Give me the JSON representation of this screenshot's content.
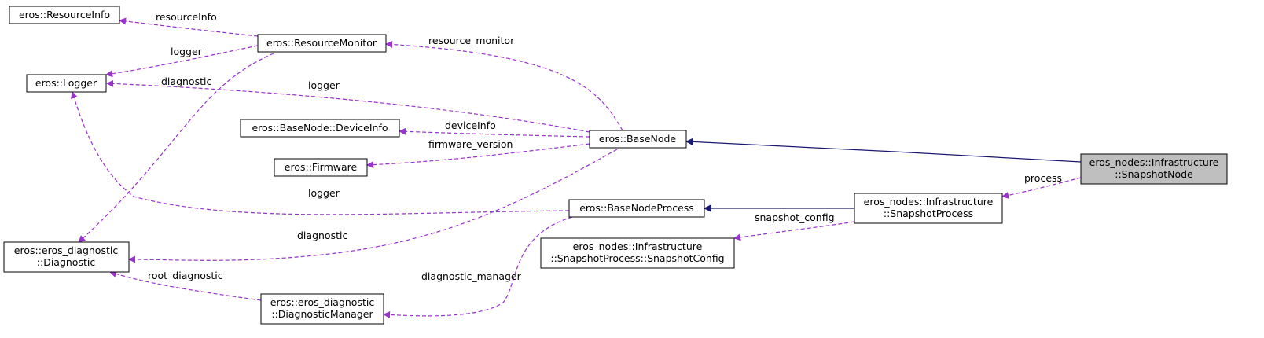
{
  "diagram": {
    "colors": {
      "inherit_edge": "#191970",
      "member_edge": "#9a32cd",
      "highlight_fill": "#bfbfbf"
    },
    "nodes": {
      "resource_info": {
        "lines": [
          "eros::ResourceInfo"
        ]
      },
      "resource_monitor": {
        "lines": [
          "eros::ResourceMonitor"
        ]
      },
      "logger": {
        "lines": [
          "eros::Logger"
        ]
      },
      "device_info": {
        "lines": [
          "eros::BaseNode::DeviceInfo"
        ]
      },
      "base_node": {
        "lines": [
          "eros::BaseNode"
        ]
      },
      "firmware": {
        "lines": [
          "eros::Firmware"
        ]
      },
      "snapshot_node": {
        "lines": [
          "eros_nodes::Infrastructure",
          "::SnapshotNode"
        ]
      },
      "base_node_process": {
        "lines": [
          "eros::BaseNodeProcess"
        ]
      },
      "snapshot_process": {
        "lines": [
          "eros_nodes::Infrastructure",
          "::SnapshotProcess"
        ]
      },
      "diagnostic": {
        "lines": [
          "eros::eros_diagnostic",
          "::Diagnostic"
        ]
      },
      "snapshot_config": {
        "lines": [
          "eros_nodes::Infrastructure",
          "::SnapshotProcess::SnapshotConfig"
        ]
      },
      "diagnostic_manager": {
        "lines": [
          "eros::eros_diagnostic",
          "::DiagnosticManager"
        ]
      }
    },
    "edge_labels": {
      "resource_info": "resourceInfo",
      "resource_monitor": "resource_monitor",
      "logger_rm": "logger",
      "diagnostic_rm": "diagnostic",
      "logger_bn": "logger",
      "device_info": "deviceInfo",
      "firmware_version": "firmware_version",
      "logger_bnp": "logger",
      "process": "process",
      "snapshot_config": "snapshot_config",
      "diagnostic_bn": "diagnostic",
      "diagnostic_manager": "diagnostic_manager",
      "root_diagnostic": "root_diagnostic"
    }
  }
}
